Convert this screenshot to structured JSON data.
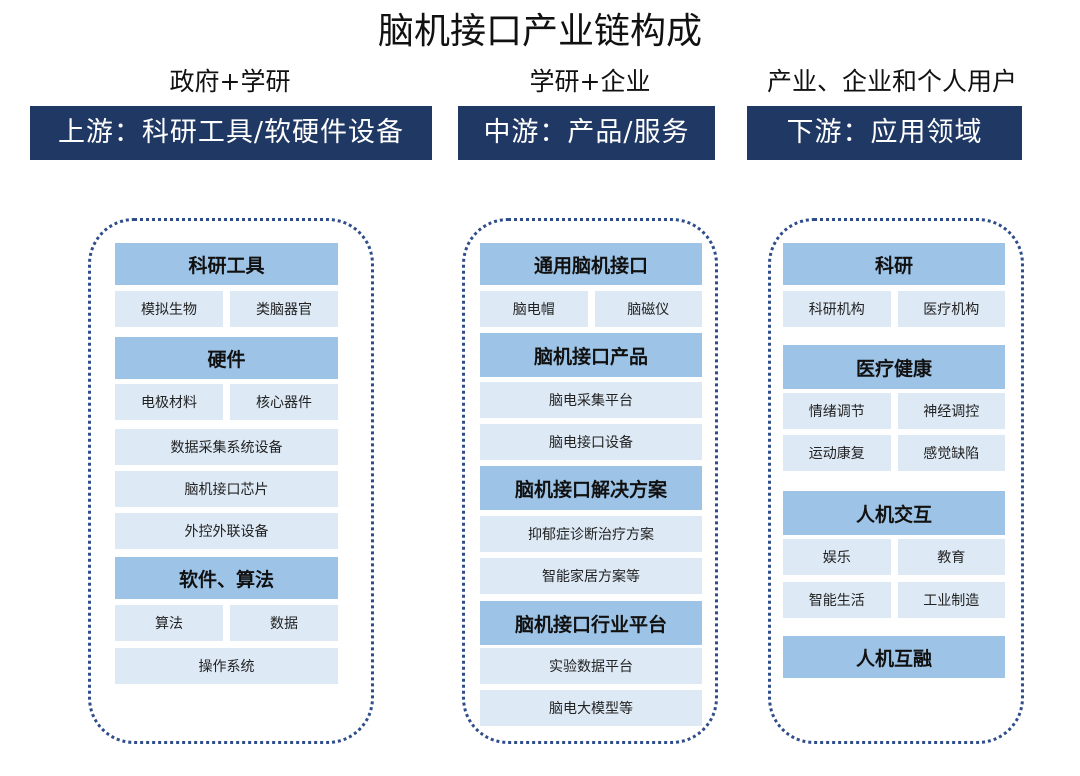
{
  "title": "脑机接口产业链构成",
  "columns": [
    {
      "actor": "政府+学研",
      "banner": "上游：科研工具/软硬件设备",
      "rows": [
        {
          "type": "head",
          "cells": [
            "科研工具"
          ]
        },
        {
          "type": "item",
          "cells": [
            "模拟生物",
            "类脑器官"
          ]
        },
        {
          "type": "head",
          "cells": [
            "硬件"
          ]
        },
        {
          "type": "item",
          "cells": [
            "电极材料",
            "核心器件"
          ]
        },
        {
          "type": "item",
          "cells": [
            "数据采集系统设备"
          ]
        },
        {
          "type": "item",
          "cells": [
            "脑机接口芯片"
          ]
        },
        {
          "type": "item",
          "cells": [
            "外控外联设备"
          ]
        },
        {
          "type": "head",
          "cells": [
            "软件、算法"
          ]
        },
        {
          "type": "item",
          "cells": [
            "算法",
            "数据"
          ]
        },
        {
          "type": "item",
          "cells": [
            "操作系统"
          ]
        }
      ]
    },
    {
      "actor": "学研+企业",
      "banner": "中游：产品/服务",
      "rows": [
        {
          "type": "head",
          "cells": [
            "通用脑机接口"
          ]
        },
        {
          "type": "item",
          "cells": [
            "脑电帽",
            "脑磁仪"
          ]
        },
        {
          "type": "head",
          "cells": [
            "脑机接口产品"
          ]
        },
        {
          "type": "item",
          "cells": [
            "脑电采集平台"
          ]
        },
        {
          "type": "item",
          "cells": [
            "脑电接口设备"
          ]
        },
        {
          "type": "head",
          "cells": [
            "脑机接口解决方案"
          ]
        },
        {
          "type": "item",
          "cells": [
            "抑郁症诊断治疗方案"
          ]
        },
        {
          "type": "item",
          "cells": [
            "智能家居方案等"
          ]
        },
        {
          "type": "head",
          "cells": [
            "脑机接口行业平台"
          ]
        },
        {
          "type": "item",
          "cells": [
            "实验数据平台"
          ]
        },
        {
          "type": "item",
          "cells": [
            "脑电大模型等"
          ]
        }
      ]
    },
    {
      "actor": "产业、企业和个人用户",
      "banner": "下游：应用领域",
      "rows": [
        {
          "type": "head",
          "cells": [
            "科研"
          ]
        },
        {
          "type": "item",
          "cells": [
            "科研机构",
            "医疗机构"
          ]
        },
        {
          "type": "head",
          "cells": [
            "医疗健康"
          ]
        },
        {
          "type": "item",
          "cells": [
            "情绪调节",
            "神经调控"
          ]
        },
        {
          "type": "item",
          "cells": [
            "运动康复",
            "感觉缺陷"
          ]
        },
        {
          "type": "head",
          "cells": [
            "人机交互"
          ]
        },
        {
          "type": "item",
          "cells": [
            "娱乐",
            "教育"
          ]
        },
        {
          "type": "item",
          "cells": [
            "智能生活",
            "工业制造"
          ]
        },
        {
          "type": "head",
          "cells": [
            "人机互融"
          ]
        }
      ]
    }
  ]
}
